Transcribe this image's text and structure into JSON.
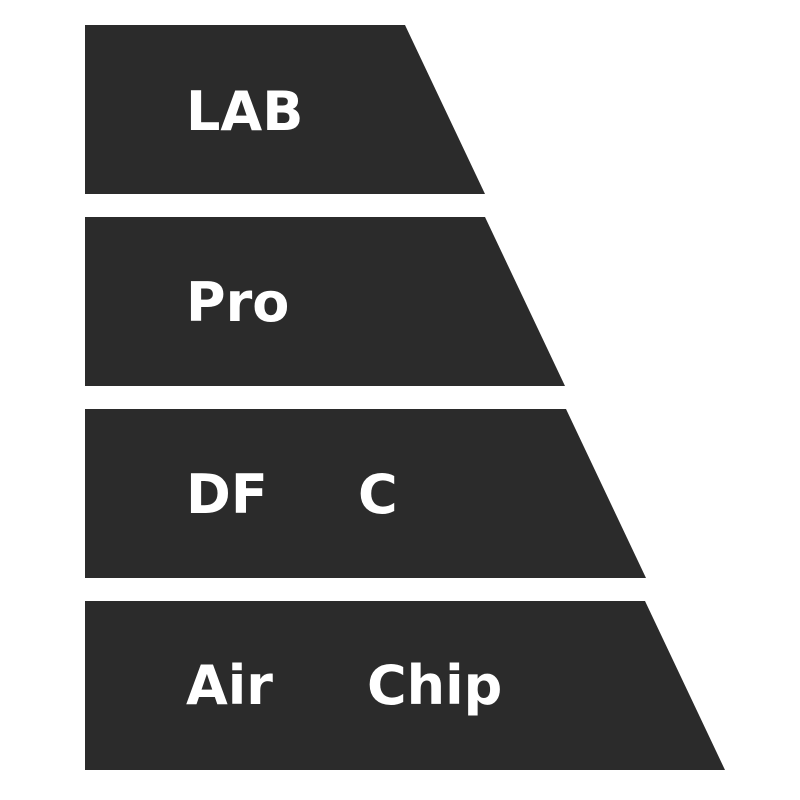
{
  "diagram": {
    "colors": {
      "tier_fill": "#2b2b2b",
      "label_text": "#ffffff",
      "background": "#ffffff"
    },
    "tiers": [
      {
        "labels": [
          "LAB"
        ]
      },
      {
        "labels": [
          "Pro"
        ]
      },
      {
        "labels": [
          "DF",
          "C"
        ]
      },
      {
        "labels": [
          "Air",
          "Chip"
        ]
      }
    ]
  }
}
